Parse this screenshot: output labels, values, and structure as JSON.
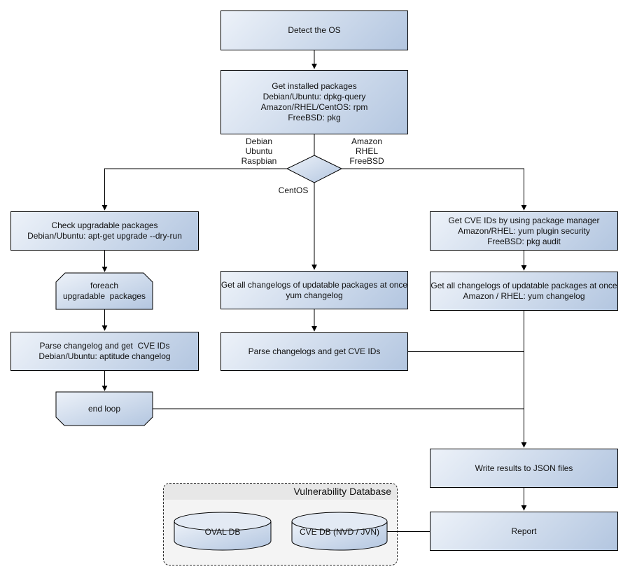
{
  "nodes": {
    "detect_os": "Detect the OS",
    "get_installed_packages": "Get installed packages\nDebian/Ubuntu: dpkg-query\nAmazon/RHEL/CentOS: rpm\nFreeBSD: pkg",
    "check_upgradable_packages": "Check upgradable packages\nDebian/Ubuntu: apt-get upgrade --dry-run",
    "foreach_upgradable": "foreach\nupgradable  packages",
    "parse_changelog_debian": "Parse changelog and get  CVE IDs\nDebian/Ubuntu: aptitude changelog",
    "end_loop": "end loop",
    "get_changelogs_centos": "Get all changelogs of updatable packages at once\nyum changelog",
    "parse_changelogs_centos": "Parse changelogs and get CVE IDs",
    "get_cve_ids_pkg_manager": "Get CVE IDs by using package manager\nAmazon/RHEL: yum plugin security\nFreeBSD: pkg audit",
    "get_changelogs_amazon": "Get all changelogs of updatable packages at once\nAmazon / RHEL: yum changelog",
    "write_results": "Write results to JSON files",
    "report": "Report",
    "oval_db": "OVAL DB",
    "cve_db": "CVE DB (NVD / JVN)"
  },
  "branch_labels": {
    "debian": "Debian\nUbuntu\nRaspbian",
    "amazon": "Amazon\nRHEL\nFreeBSD",
    "centos": "CentOS"
  },
  "group": {
    "title": "Vulnerability Database"
  },
  "colors": {
    "node_gradient_light": "#edf2f9",
    "node_gradient_dark": "#b3c6e0",
    "node_border": "#000000",
    "connector": "#000000",
    "group_fill": "#f4f4f4",
    "group_header_fill": "#e7e7e7",
    "cylinder_top_fill": "#e3eaf4"
  }
}
